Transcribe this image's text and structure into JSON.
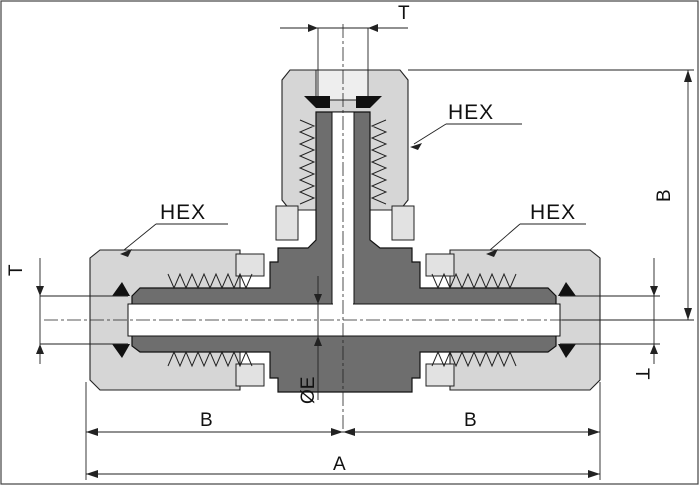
{
  "labels": {
    "hex_top": "HEX",
    "hex_left": "HEX",
    "hex_right": "HEX",
    "t_top": "T",
    "t_left": "T",
    "t_right": "T",
    "b_left": "B",
    "b_right": "B",
    "b_vertical": "B",
    "a_overall": "A",
    "diameter_e": "ØE"
  },
  "colors": {
    "nut": "#d6d6d6",
    "body": "#6e6e6e",
    "ferrule": "#111111",
    "line": "#222222"
  }
}
